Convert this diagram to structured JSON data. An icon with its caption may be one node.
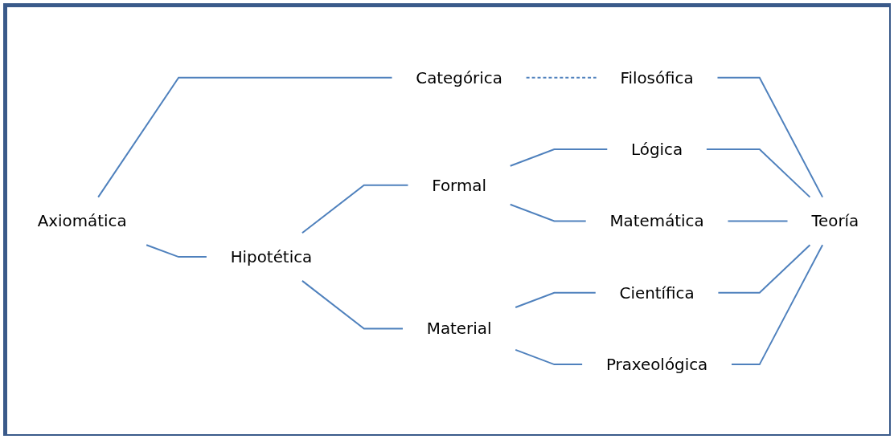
{
  "diagram": {
    "nodes": [
      {
        "text": [
          "Categórica"
        ]
      },
      {
        "text": [
          "Filosófica"
        ]
      },
      {
        "text": [
          "Axiomática"
        ]
      },
      {
        "text": [
          "Lógica"
        ]
      },
      {
        "text": [
          "Formal"
        ]
      },
      {
        "text": [
          "Teoría"
        ]
      },
      {
        "text": [
          "Matemática"
        ]
      },
      {
        "text": [
          "Hipotética"
        ]
      },
      {
        "text": [
          "Científica"
        ]
      },
      {
        "text": [
          "Material"
        ]
      },
      {
        "text": [
          "Praxeológica"
        ]
      }
    ],
    "edges": [
      {
        "from": 2,
        "to": 0,
        "arrow": "none"
      },
      {
        "from": 0,
        "to": 1,
        "arrow": "none",
        "style": "dashed"
      },
      {
        "from": 1,
        "to": 5,
        "arrow": "none"
      },
      {
        "from": 2,
        "to": 7,
        "arrow": "none"
      },
      {
        "from": 7,
        "to": 4,
        "arrow": "none"
      },
      {
        "from": 7,
        "to": 9,
        "arrow": "none"
      },
      {
        "from": 4,
        "to": 3,
        "arrow": "none"
      },
      {
        "from": 4,
        "to": 6,
        "arrow": "none"
      },
      {
        "from": 9,
        "to": 8,
        "arrow": "none"
      },
      {
        "from": 9,
        "to": 10,
        "arrow": "none"
      },
      {
        "from": 3,
        "to": 5,
        "arrow": "none"
      },
      {
        "from": 6,
        "to": 5,
        "arrow": "none"
      },
      {
        "from": 8,
        "to": 5,
        "arrow": "none"
      },
      {
        "from": 10,
        "to": 5,
        "arrow": "none"
      }
    ]
  }
}
